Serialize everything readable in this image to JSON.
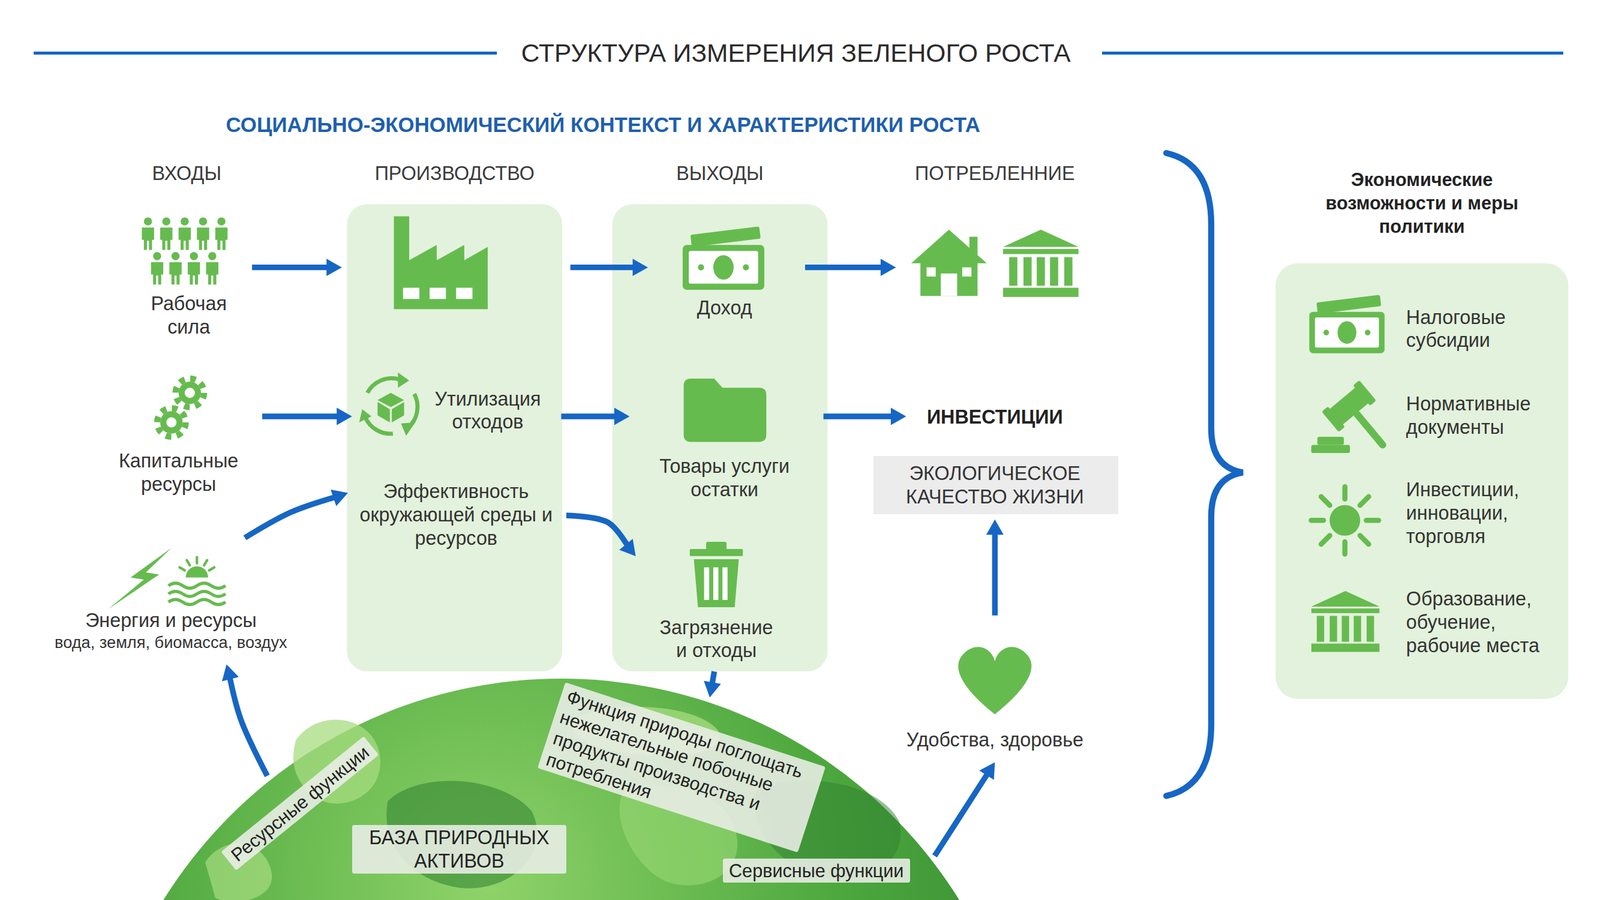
{
  "diagram": {
    "title": "СТРУКТУРА ИЗМЕРЕНИЯ ЗЕЛЕНОГО РОСТА",
    "nodes": [
      {
        "text": [
          "Рабочая сила"
        ]
      },
      {
        "text": [
          "Капитальные ресурсы"
        ]
      },
      {
        "text": [
          "Энергия и ресурсы",
          "вода, земля, биомасса, воздух"
        ]
      },
      {
        "text": [
          "ПРОИЗВОДСТВО"
        ]
      },
      {
        "text": [
          "Утилизация отходов"
        ],
        "in": 3
      },
      {
        "text": [
          "Эффективность окружающей среды и ресурсов"
        ],
        "in": 3
      },
      {
        "text": [
          "ВЫХОДЫ"
        ]
      },
      {
        "text": [
          "Доход"
        ],
        "in": 6
      },
      {
        "text": [
          "Товары услуги остатки"
        ],
        "in": 6
      },
      {
        "text": [
          "Загрязнение и отходы"
        ],
        "in": 6
      },
      {
        "text": [
          "ПОТРЕБЛЕННИЕ"
        ]
      },
      {
        "text": [
          "ИНВЕСТИЦИИ"
        ]
      },
      {
        "text": [
          "ЭКОЛОГИЧЕСКОЕ КАЧЕСТВО ЖИЗНИ"
        ]
      },
      {
        "text": [
          "Удобства, здоровье"
        ]
      },
      {
        "text": [
          "БАЗА ПРИРОДНЫХ АКТИВОВ"
        ]
      },
      {
        "text": [
          "Экономические возможности и меры политики"
        ]
      },
      {
        "text": [
          "Налоговые субсидии"
        ],
        "in": 15
      },
      {
        "text": [
          "Нормативные документы"
        ],
        "in": 15
      },
      {
        "text": [
          "Инвестиции, инновации, торговля"
        ],
        "in": 15
      },
      {
        "text": [
          "Образование, обучение, рабочие места"
        ],
        "in": 15
      }
    ],
    "edges": [
      {
        "from": 0,
        "to": 3,
        "arrow": "to"
      },
      {
        "from": 1,
        "to": 4,
        "arrow": "to"
      },
      {
        "from": 2,
        "to": 5,
        "arrow": "to"
      },
      {
        "from": 3,
        "to": 7,
        "arrow": "to"
      },
      {
        "from": 4,
        "to": 8,
        "arrow": "to"
      },
      {
        "from": 5,
        "to": 9,
        "arrow": "to"
      },
      {
        "from": 7,
        "to": 10,
        "arrow": "to"
      },
      {
        "from": 8,
        "to": 11,
        "arrow": "to"
      },
      {
        "from": 9,
        "to": 14,
        "arrow": "to",
        "label": "Функция природы поглощать нежелательные побочные продукты производства и потребления"
      },
      {
        "from": 14,
        "to": 2,
        "arrow": "to",
        "label": "Ресурсные функции"
      },
      {
        "from": 14,
        "to": 13,
        "arrow": "to",
        "label": "Сервисные функции"
      },
      {
        "from": 13,
        "to": 12,
        "arrow": "to"
      }
    ],
    "labels": [
      "СОЦИАЛЬНО-ЭКОНОМИЧЕСКИЙ КОНТЕКСТ И ХАРАКТЕРИСТИКИ РОСТА",
      "ВХОДЫ"
    ]
  }
}
